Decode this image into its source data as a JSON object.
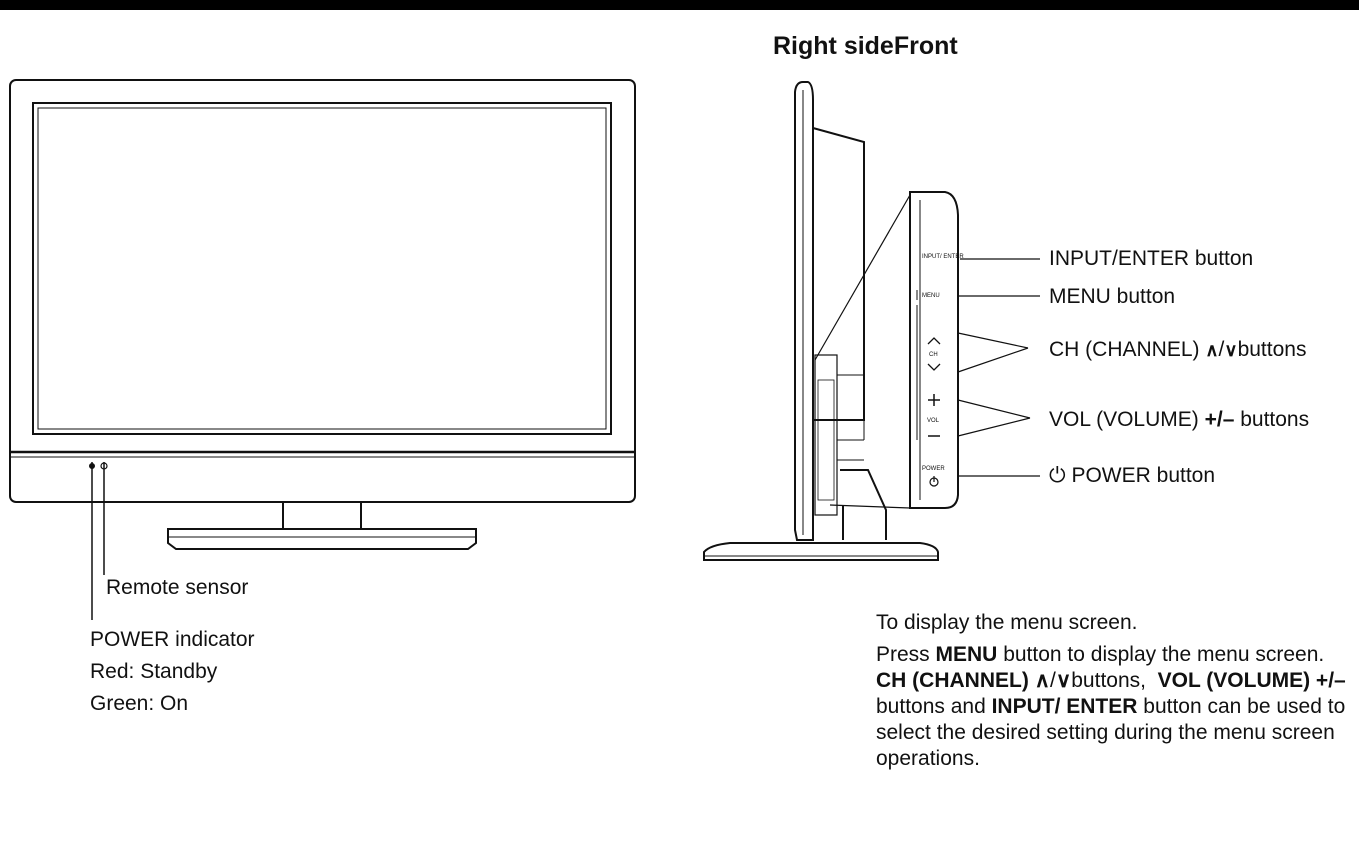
{
  "heading": "Right sideFront",
  "front_labels": {
    "remote_sensor": "Remote sensor",
    "power_indicator": "POWER indicator",
    "red_standby": "Red: Standby",
    "green_on": "Green: On"
  },
  "side_labels": {
    "input_enter": "INPUT/ENTER button",
    "menu": "MENU button",
    "ch_prefix": "CH (CHANNEL) ",
    "ch_suffix": "buttons",
    "vol_prefix": "VOL (VOLUME) ",
    "vol_bold": "+/–",
    "vol_suffix": " buttons",
    "power": "POWER button"
  },
  "panel_text": {
    "input": "INPUT/ ENTER",
    "menu": "MENU",
    "ch": "CH",
    "vol": "VOL",
    "power": "POWER"
  },
  "note": {
    "line1": "To display the menu screen.",
    "press": "Press ",
    "menu_bold": "MENU",
    "press_rest": " button to display the menu screen.",
    "ch_bold": "CH (CHANNEL) ",
    "ch_after": "buttons,",
    "vol_bold": "VOL (VOLUME) +/–",
    "vol_after": " buttons and ",
    "input_bold": "INPUT/ ENTER",
    "rest": " button can be used to select the desired setting during the menu screen operations."
  },
  "icons": {
    "up": "∧",
    "down": "∨",
    "slash": "/",
    "power": "⏻"
  }
}
